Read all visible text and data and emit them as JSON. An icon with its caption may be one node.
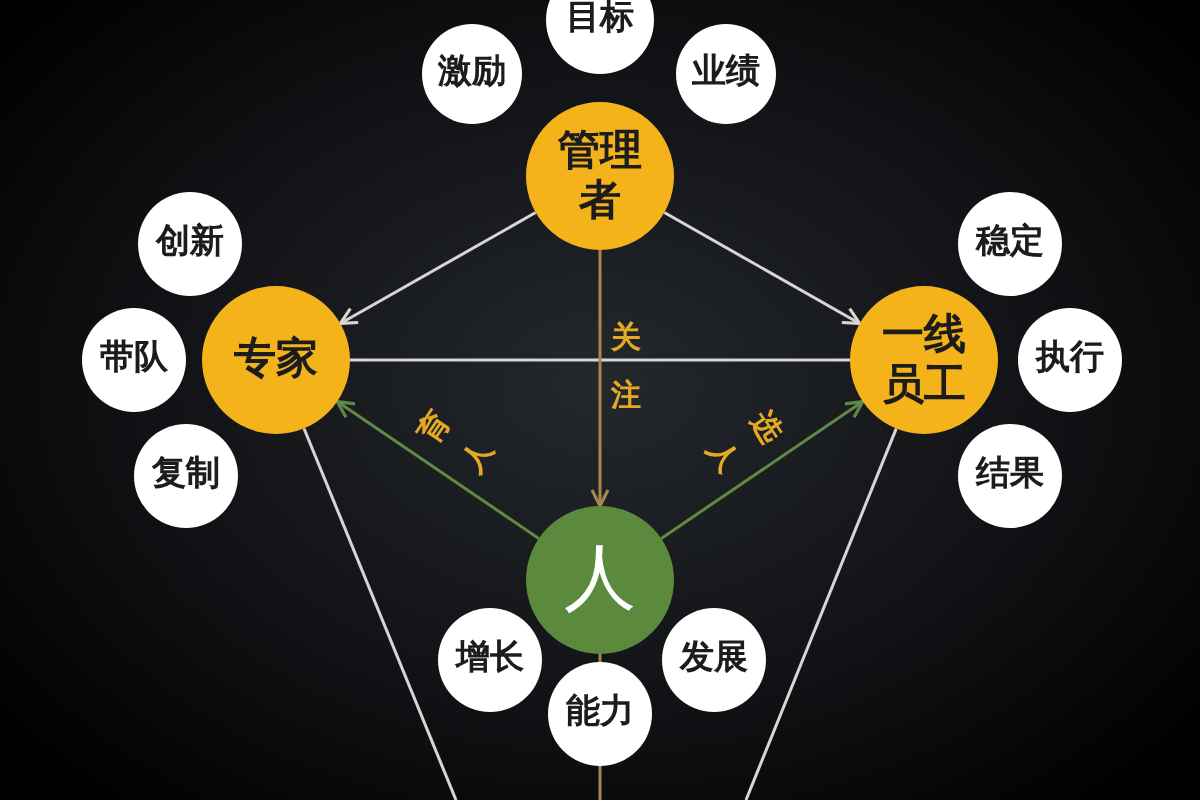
{
  "diagram": {
    "nodes": [
      {
        "text": [
          "目标"
        ]
      },
      {
        "text": [
          "激励"
        ]
      },
      {
        "text": [
          "业绩"
        ]
      },
      {
        "text": [
          "管理者"
        ]
      },
      {
        "text": [
          "创新"
        ]
      },
      {
        "text": [
          "稳定"
        ]
      },
      {
        "text": [
          "带队"
        ]
      },
      {
        "text": [
          "专家"
        ]
      },
      {
        "text": [
          "一线员工"
        ]
      },
      {
        "text": [
          "执行"
        ]
      },
      {
        "text": [
          "复制"
        ]
      },
      {
        "text": [
          "结果"
        ]
      },
      {
        "text": [
          "人"
        ]
      },
      {
        "text": [
          "增长"
        ]
      },
      {
        "text": [
          "发展"
        ]
      },
      {
        "text": [
          "能力"
        ]
      }
    ],
    "edges": [
      {
        "from": 3,
        "to": 7,
        "arrow": "to"
      },
      {
        "from": 3,
        "to": 8,
        "arrow": "to"
      },
      {
        "from": 7,
        "to": 8,
        "arrow": "none"
      },
      {
        "from": 3,
        "to": 12,
        "arrow": "to",
        "label": "关注",
        "color": "#a8864e"
      },
      {
        "from": 12,
        "to": 7,
        "arrow": "to",
        "label": "育人",
        "color": "#5f8a45"
      },
      {
        "from": 12,
        "to": 8,
        "arrow": "to",
        "label": "选人",
        "color": "#5f8a45"
      },
      {
        "from": 7,
        "to": null,
        "arrow": "none"
      },
      {
        "from": 8,
        "to": null,
        "arrow": "none"
      },
      {
        "from": 12,
        "to": null,
        "arrow": "none",
        "color": "#a8864e"
      }
    ]
  }
}
